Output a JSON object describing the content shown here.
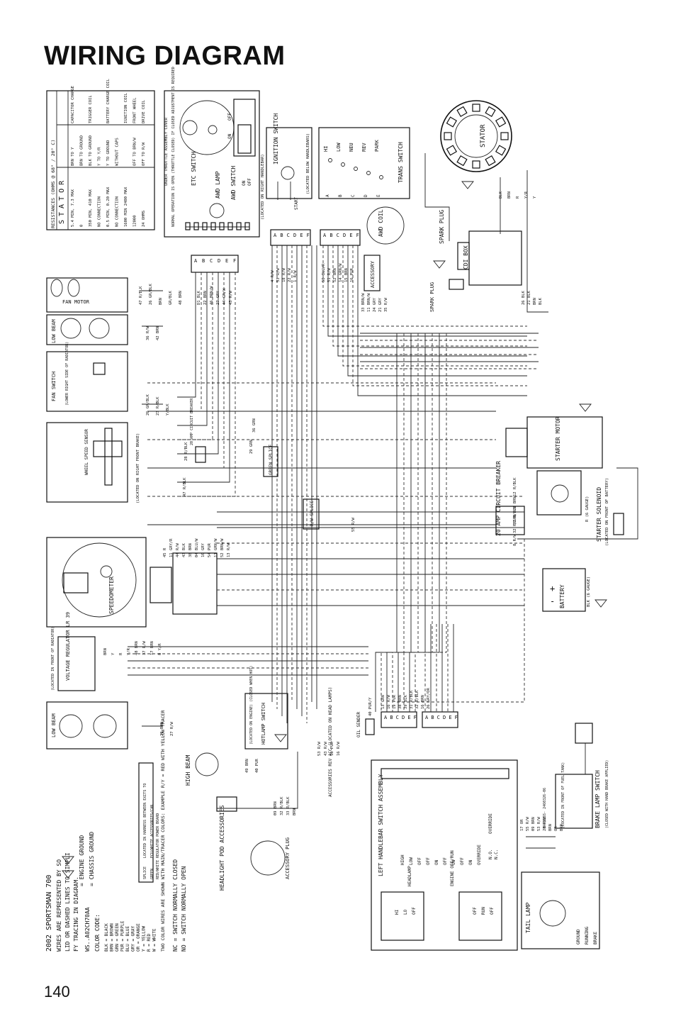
{
  "header": {
    "title": "WIRING DIAGRAM"
  },
  "footer": {
    "page_number": "140"
  },
  "diagram": {
    "resistance_table": {
      "heading": "RESISTANCES (OHMS @ 68° / 20° C)",
      "side_letters": "STATOR",
      "rows": [
        {
          "component": "CAPACITOR CHARGE",
          "leads": "BRN TO Y",
          "value": "5.4 MIN, 7.3 MAX"
        },
        {
          "component": "",
          "leads": "BRN TO GROUND",
          "value": "0"
        },
        {
          "component": "TRIGGER COIL",
          "leads": "BLK TO GROUND",
          "value": "350 MIN, 410 MAX"
        },
        {
          "component": "",
          "leads": "Y TO Y/R",
          "value": "NO CONNECTION"
        },
        {
          "component": "BATTERY CHARGE COIL",
          "leads": "Y TO GROUND",
          "value": "0.5 MIN, 0.20 MAX"
        },
        {
          "component": "",
          "leads": "WITHOUT CAPS",
          "value": "NO CONNECTION"
        },
        {
          "component": "IGNITION COIL",
          "leads": "",
          "value": "1600 MIN 2400 MAX"
        },
        {
          "component": "FRONT WHEEL",
          "leads": "OFF TO BRN/W",
          "value": "12000"
        },
        {
          "component": "DRIVE COIL",
          "leads": "OFF TO R/W",
          "value": "24 OHMS"
        }
      ]
    },
    "etc_note": "NORMAL OPERATION IS OPEN (THROTTLE CLOSED) IF CLOSED ADJUSTMENT IS REQUIRED",
    "components": {
      "etc_switch": "ETC SWITCH",
      "throttle_cover": "UNDER THROTTLE ASSEMBLY COVER",
      "awd_lamp": "AWD LAMP",
      "awd_switch": "AWD SWITCH",
      "on": "ON",
      "off": "OFF",
      "ignition_switch": "IGNITION SWITCH",
      "ignition_location": "(LOCATED BELOW HANDLEBARS)",
      "right_handlebar": "(LOCATED ON RIGHT HANDLEBAR)",
      "start": "START",
      "trans_switch": "TRANS SWITCH",
      "trans_positions": [
        "HI",
        "LOW",
        "NEU",
        "REV",
        "PARK"
      ],
      "stator": "STATOR",
      "awd_coil": "AWD COIL",
      "accessory": "ACCESSORY",
      "spark_plug": "SPARK PLUG",
      "cdi_box": "CDI BOX",
      "fan_motor": "FAN MOTOR",
      "low_beam": "LOW BEAM",
      "fan_switch": "FAN SWITCH",
      "fan_switch_location": "(LOWER RIGHT SIDE OF RADIATOR)",
      "wheel_speed_sensor": "WHEEL SPEED SENSOR",
      "front_brake_location": "(LOCATED ON RIGHT FRONT BRAKE)",
      "circuit_breaker_20": "20 AMP CIRCUIT BREAKER",
      "green_splice": "GREEN SPLICE",
      "rw_splice": "R/W SPLICE",
      "starter_motor": "STARTER MOTOR",
      "starter_solenoid": "STARTER SOLENOID",
      "solenoid_location": "(LOCATED ON FRONT OF BATTERY)",
      "battery": "BATTERY",
      "gauge_r": "R (6 GAUGE)",
      "gauge_blk": "BLK (6 GAUGE)",
      "speedometer": "SPEEDOMETER",
      "voltage_regulator": "VOLTAGE REGULATOR LR 39",
      "regulator_location": "(LOCATED IN FRONT OF RADIATOR)",
      "hotlamp_switch": "HOTLAMP SWITCH",
      "hotlamp_location": "(LOCATED ON ENGINE) (CLOSED WHEN HOT)",
      "oil_sender": "OIL SENDER",
      "high_beam": "HIGH BEAM",
      "headlight_pod": "HEADLIGHT POD ACCESSORIES",
      "accessory_plug": "ACCESSORY PLUG",
      "accessories_rev": "ACCESSORIES REV ACC (LOCATED ON HEAD LAMPS)",
      "left_handlebar": "LEFT HANDLEBAR SWITCH ASSEMBLY",
      "brake_lamp_switch": "BRAKE LAMP SWITCH",
      "brake_location": "(CLOSED WITH HAND BRAKE APPLIED)",
      "fuel_tank_location": "(LOCATED IN FRONT OF FUEL TANK)",
      "harness": "HARNESS- 2460326-06",
      "tail_lamp": "TAIL LAMP",
      "tail_labels": [
        "GROUND",
        "RUNNING",
        "BRAKE"
      ],
      "override": "OVERRIDE",
      "no": "N.O.",
      "nc": "N.C.",
      "left_switch_cols": [
        "HEADLAMP",
        "ENGINE OFF/RUN"
      ],
      "left_switch_vals": [
        "HIGH",
        "LOW",
        "OFF",
        "OFF",
        "ON",
        "OFF",
        "ON",
        "OFF",
        "ON",
        "OVERRIDE"
      ],
      "override_box": [
        "HI",
        "LO",
        "OFF",
        "OFF",
        "RUN",
        "OFF"
      ]
    },
    "connector_letters": [
      "A",
      "B",
      "C",
      "D",
      "E",
      "F"
    ],
    "wire_labels": {
      "fan": [
        "47 R/BLK",
        "26 GR/BLK",
        "BRN",
        "GR/BLK",
        "48 BRN"
      ],
      "lowbeam": [
        "36 R/W",
        "42 BRN"
      ],
      "fanswitch": [
        "26 GR/BLK",
        "23 R/BLK",
        "Y/BLK"
      ],
      "etc": [
        "D1 BLK",
        "22 BRN",
        "46 BRN/W",
        "27 GRY",
        "44 GR/W",
        "43 R/W"
      ],
      "ignition": [
        "4 R/W",
        "53 R/W",
        "18 R/W",
        "22 R/W",
        "1 R/W"
      ],
      "awd": [
        "50 BLU/R",
        "51 R/W",
        "52 BRN",
        "14 GRN/W",
        "15 BRN",
        "16 PUR"
      ],
      "accessory": [
        "33 BRN/W",
        "11 BRN/W",
        "24 GRY",
        "21 GRY",
        "35 R/W"
      ],
      "cdi": [
        "26 BLK",
        "21 BLK",
        "BRN",
        "BLK"
      ],
      "stator": [
        "BLK",
        "BRN",
        "R",
        "Y/R",
        "Y"
      ],
      "breaker": [
        "28 R/BLK",
        "47 R/BLK",
        "29 GRN",
        "36 GRN",
        "22 BRN",
        "12 R/BLK",
        "32 R/GRN",
        "32 R/BLK",
        "8 R/W",
        "55 R/W"
      ],
      "speedo": [
        "45 R",
        "11 GRY/R",
        "44 R/W",
        "43 BLK",
        "38 BRN",
        "04 BLU/W",
        "10 GRY",
        "54 PUR",
        "11 GRN/W",
        "52 BRN/W",
        "13 R/W"
      ],
      "regulator": [
        "BRN",
        "Y",
        "R",
        "Y/R",
        "48 BRN",
        "37 R/W",
        "17 BRN",
        "8 Y/R"
      ],
      "lowbeam2": [
        "29 BRN",
        "27 R/W"
      ],
      "highbeam": [
        "49 BRN",
        "40 PUR"
      ],
      "oil": [
        "40 PUR/Y"
      ],
      "hotlamp": [
        "53 R/W",
        "43 R/W",
        "16 PUR",
        "16 R/W"
      ],
      "pod": [
        "09 BRN",
        "32 R/BLK",
        "33 R/BLK",
        "BRN"
      ],
      "handlebar": [
        "13 GRN",
        "16 R/W",
        "19 PUR",
        "38 BRN",
        "39 BLK",
        "31 R/BLK",
        "32 R/BLK",
        "16 BRN",
        "26 GRY/OR"
      ],
      "brake": [
        "17 OR",
        "55 R/W",
        "09 BRN",
        "53 R/W",
        "28 R/W",
        "BRN",
        "OR",
        "BRN"
      ]
    },
    "notes": {
      "model": "2002 SPORTSMAN 700",
      "wires_note": "WIRES ARE REPRESENTED BY SOLID OR DASHED LINES TO SIMPLIFY TRACING IN DIAGRAM.",
      "ws": "WS..A02CH70AA",
      "engine_ground": "= ENGINE GROUND",
      "chassis_ground": "= CHASSIS GROUND",
      "splice_table_heading": [
        "SPLICE",
        "LOCATED IN HARNESS BETWEEN EXITS TO"
      ],
      "splice_rows": [
        [
          "GREEN",
          "ECU/WHITE ACCESSORIES/CAN"
        ],
        [
          "RED/WHITE",
          "REGULATOR POWER BOARD"
        ]
      ],
      "color_code_title": "COLOR CODE:",
      "color_codes": [
        "BLK = BLACK",
        "BRN = BROWN",
        "GRN = GREEN",
        "PUR = PURPLE",
        "BLU = BLUE",
        "GRY = GRAY",
        "OR = ORANGE",
        "Y = YELLOW",
        "R = RED",
        "W = WHITE"
      ],
      "tracer_note": "TWO COLOR WIRES ARE SHOWN WITH MAIN/TRACER COLORS: EXAMPLE R/Y = RED WITH YELLOW TRACER",
      "nc_note": "NC = SWITCH NORMALLY CLOSED",
      "no_note": "NO = SWITCH NORMALLY OPEN"
    }
  }
}
